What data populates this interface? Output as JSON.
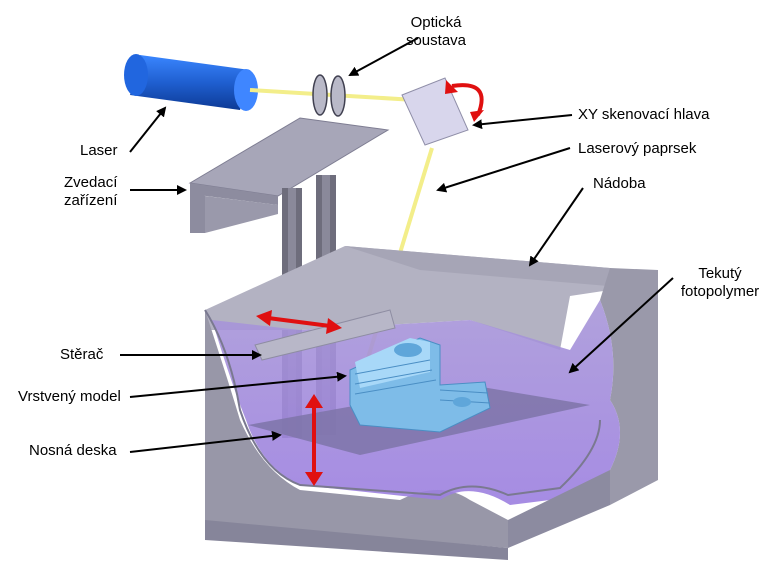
{
  "diagram": {
    "labels": {
      "opticka_soustava": [
        "Optická",
        "soustava"
      ],
      "laser": "Laser",
      "xy_hlava": "XY skenovací hlava",
      "laserovy_paprsek": "Laserový paprsek",
      "zvedaci_zarizeni": [
        "Zvedací",
        "zařízení"
      ],
      "nadoba": "Nádoba",
      "tekuty_fotopolymer": [
        "Tekutý",
        "fotopolymer"
      ],
      "sterac": "Stěrač ",
      "vrstveny_model": "Vrstvený model",
      "nosna_deska": "Nosná deska"
    },
    "colors": {
      "laser_body": "#1f5fd0",
      "beam": "#f3ee8a",
      "tank_gray": "#9a99aa",
      "resin": "#b59ae0",
      "model": "#8ec8f0",
      "red_arrow": "#e01010",
      "scan_head": "#d8d6ec"
    }
  }
}
